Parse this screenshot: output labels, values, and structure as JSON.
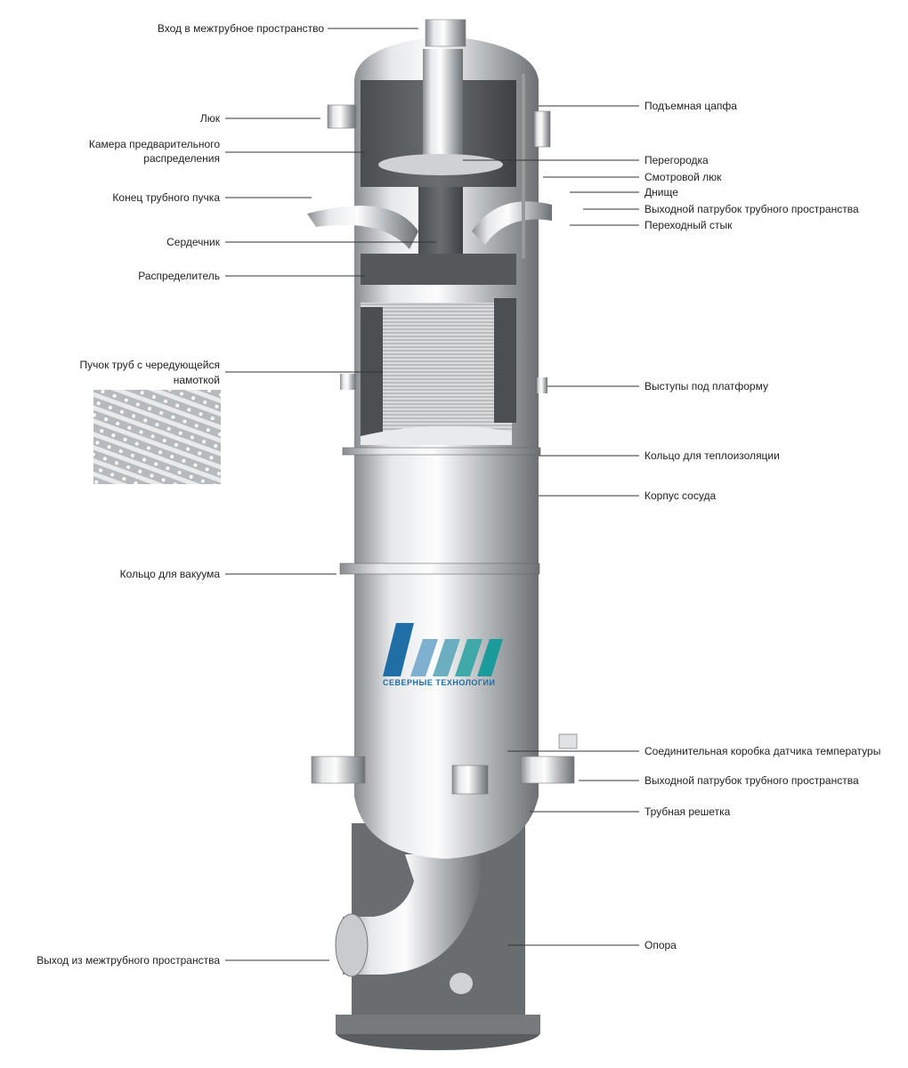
{
  "left_labels": [
    {
      "id": "shell-inlet",
      "text": "Вход в межтрубное пространство"
    },
    {
      "id": "manhole",
      "text": "Люк"
    },
    {
      "id": "predistribution-chamber",
      "line1": "Камера предварительного",
      "line2": "распределения"
    },
    {
      "id": "tube-bundle-end",
      "text": "Конец трубного пучка"
    },
    {
      "id": "core",
      "text": "Сердечник"
    },
    {
      "id": "distributor",
      "text": "Распределитель"
    },
    {
      "id": "tube-bundle",
      "line1": "Пучок труб с чередующейся",
      "line2": "намоткой"
    },
    {
      "id": "vacuum-ring",
      "text": "Кольцо для вакуума"
    },
    {
      "id": "shell-outlet",
      "text": "Выход из межтрубного пространства"
    }
  ],
  "right_labels": [
    {
      "id": "lifting-trunnion",
      "text": "Подъемная цапфа"
    },
    {
      "id": "baffle",
      "text": "Перегородка"
    },
    {
      "id": "inspection-hatch",
      "text": "Смотровой люк"
    },
    {
      "id": "head",
      "text": "Днище"
    },
    {
      "id": "tube-outlet-top",
      "text": "Выходной патрубок трубного пространства"
    },
    {
      "id": "transition-joint",
      "text": "Переходный стык"
    },
    {
      "id": "platform-lugs",
      "text": "Выступы под платформу"
    },
    {
      "id": "insulation-ring",
      "text": "Кольцо для теплоизоляции"
    },
    {
      "id": "vessel-body",
      "text": "Корпус сосуда"
    },
    {
      "id": "temp-sensor-box",
      "text": "Соединительная коробка датчика температуры"
    },
    {
      "id": "tube-outlet-bottom",
      "text": "Выходной патрубок трубного пространства"
    },
    {
      "id": "tube-sheet",
      "text": "Трубная решетка"
    },
    {
      "id": "support",
      "text": "Опора"
    }
  ],
  "logo": {
    "text": "СЕВЕРНЫЕ ТЕХНОЛОГИИ",
    "colors": [
      "#1f6fa6",
      "#7fb0d0",
      "#6aaec0",
      "#3fa8a8",
      "#1b9c9c"
    ]
  }
}
